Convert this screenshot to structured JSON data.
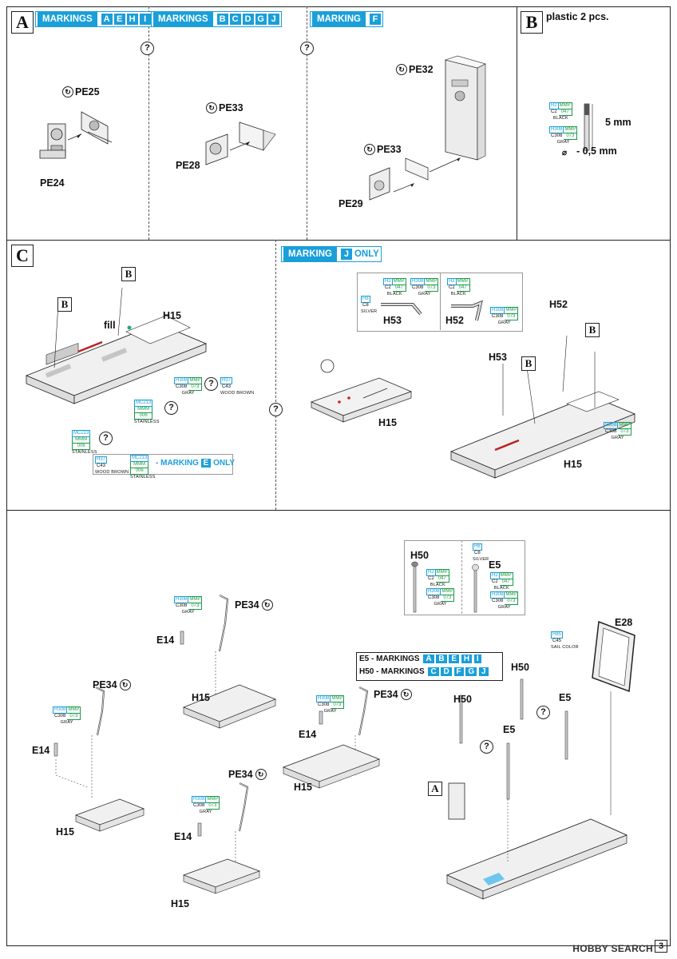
{
  "steps": {
    "A": "A",
    "B": "B",
    "C": "C"
  },
  "markings": {
    "label": "MARKINGS",
    "label_single": "MARKING",
    "aehi": [
      "A",
      "E",
      "H",
      "I"
    ],
    "bcdgj": [
      "B",
      "C",
      "D",
      "G",
      "J"
    ],
    "f": "F",
    "j": "J",
    "only": "ONLY",
    "e": "E"
  },
  "stepB": {
    "text": "plastic   2 pcs.",
    "len": "5 mm",
    "dia": "- 0,5 mm",
    "dia_sym": "⌀"
  },
  "parts": {
    "pe24": "PE24",
    "pe25": "PE25",
    "pe33": "PE33",
    "pe28": "PE28",
    "pe32": "PE32",
    "pe29": "PE29",
    "pe34": "PE34",
    "h15": "H15",
    "h52": "H52",
    "h53": "H53",
    "h50": "H50",
    "e5": "E5",
    "e14": "E14",
    "e28": "E28",
    "fill": "fill"
  },
  "paints": {
    "black": {
      "h": "H2",
      "c": "C2",
      "mmp": "MMP",
      "mmp_code": "047",
      "name": "BLACK"
    },
    "gray": {
      "h": "H308",
      "c": "C308",
      "mmp": "MMP",
      "mmp_code": "073",
      "name": "GRAY"
    },
    "silver": {
      "h": "H8",
      "c": "C8",
      "name": "SILVER"
    },
    "wood": {
      "h": "H37",
      "c": "C43",
      "name": "WOOD BROWN"
    },
    "stainless": {
      "h": "MC213",
      "c": "MMM",
      "code": "006",
      "name": "STAINLESS"
    },
    "sail": {
      "h": "H85",
      "c": "C45",
      "name": "SAIL COLOR"
    }
  },
  "notes": {
    "marking_e_only": "- MARKING",
    "e5_markings": "E5 - MARKINGS",
    "h50_markings": "H50 - MARKINGS",
    "e5_letters": [
      "A",
      "B",
      "E",
      "H",
      "I"
    ],
    "h50_letters": [
      "C",
      "D",
      "F",
      "G",
      "J"
    ]
  },
  "footer": {
    "page": "3",
    "watermark": "HOBBY SEARCH"
  },
  "icons": {
    "question": "?",
    "rotate": "↻"
  }
}
